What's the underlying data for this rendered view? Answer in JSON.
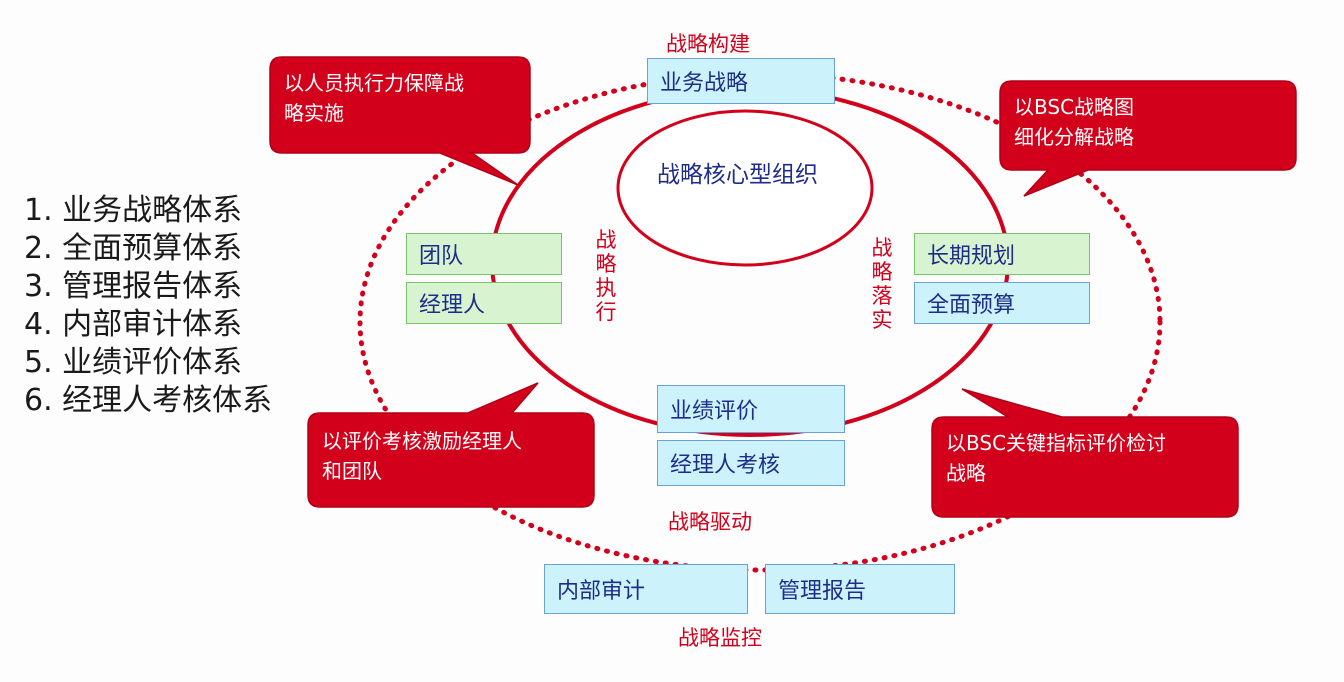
{
  "system_list": [
    "1. 业务战略体系",
    "2. 全面预算体系",
    "3. 管理报告体系",
    "4. 内部审计体系",
    "5. 业绩评价体系",
    "6. 经理人考核体系"
  ],
  "stage_labels": {
    "top": "战略构建",
    "left": "战略执行",
    "right": "战略落实",
    "bottom_inner": "战略驱动",
    "bottom_outer": "战略监控"
  },
  "core": "战略核心型组织",
  "boxes": {
    "business_strategy": "业务战略",
    "team": "团队",
    "manager": "经理人",
    "long_term_plan": "长期规划",
    "full_budget": "全面预算",
    "performance_eval": "业绩评价",
    "manager_assessment": "经理人考核",
    "internal_audit": "内部审计",
    "management_report": "管理报告"
  },
  "callouts": {
    "top_left": [
      "以人员执行力保障战",
      "略实施"
    ],
    "top_right": [
      "以BSC战略图",
      "细化分解战略"
    ],
    "bottom_left": [
      "以评价考核激励经理人",
      "和团队"
    ],
    "bottom_right": [
      "以BSC关键指标评价检讨",
      "战略"
    ]
  },
  "colors": {
    "accent_red": "#d3001b",
    "box_blue_fill": "#ccf2fb",
    "box_green_fill": "#d7f3cf",
    "box_text": "#1f2d8a"
  }
}
